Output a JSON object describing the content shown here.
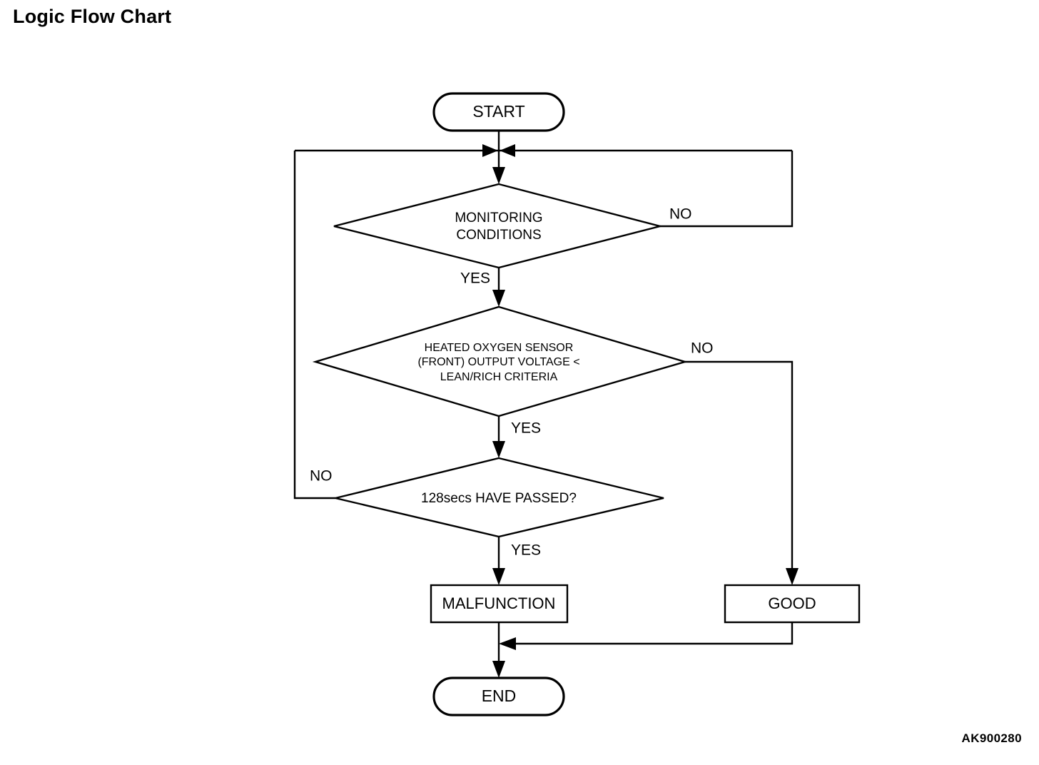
{
  "page": {
    "title": "Logic Flow Chart",
    "figure_code": "AK900280",
    "background_color": "#ffffff",
    "line_color": "#000000"
  },
  "nodes": {
    "start": {
      "label": "START",
      "shape": "terminator"
    },
    "decision_monitoring": {
      "shape": "decision",
      "line1": "MONITORING",
      "line2": "CONDITIONS"
    },
    "decision_voltage": {
      "shape": "decision",
      "line1": "HEATED OXYGEN SENSOR",
      "line2": "(FRONT) OUTPUT VOLTAGE <",
      "line3": "LEAN/RICH CRITERIA"
    },
    "decision_time": {
      "shape": "decision",
      "line1": "128secs HAVE PASSED?"
    },
    "malfunction": {
      "label": "MALFUNCTION",
      "shape": "process"
    },
    "good": {
      "label": "GOOD",
      "shape": "process"
    },
    "end": {
      "label": "END",
      "shape": "terminator"
    }
  },
  "edge_labels": {
    "monitoring_no": "NO",
    "monitoring_yes": "YES",
    "voltage_no": "NO",
    "voltage_yes": "YES",
    "time_no": "NO",
    "time_yes": "YES"
  }
}
